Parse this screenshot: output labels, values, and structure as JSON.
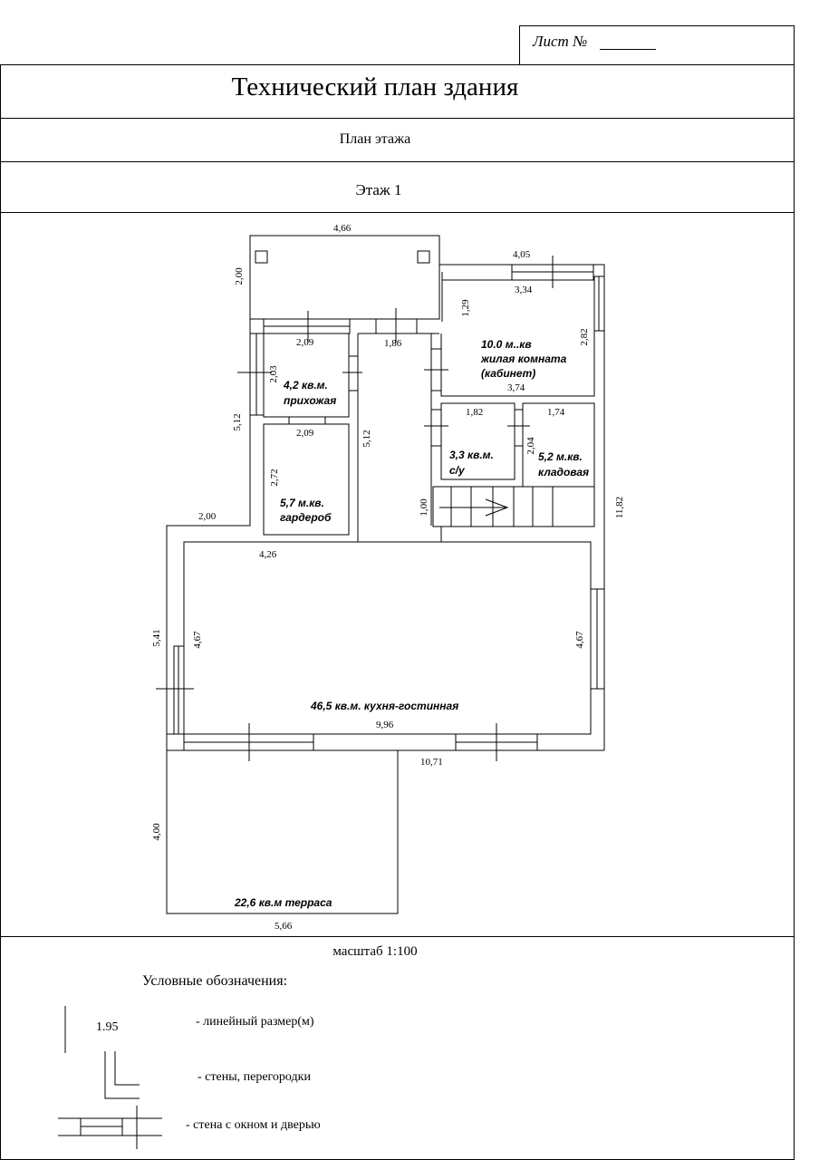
{
  "sheet": {
    "label": "Лист №"
  },
  "title": "Технический план здания",
  "subtitle": "План этажа",
  "floor": "Этаж 1",
  "scale": "масштаб 1:100",
  "legend": {
    "heading": "Условные обозначения:",
    "sample_dimension": "1.95",
    "items": [
      "- линейный размер(м)",
      "- стены, перегородки",
      "- стена с окном и дверью"
    ]
  },
  "rooms": {
    "cabinet_area": "10.0 м..кв",
    "cabinet_line1": "жилая комната",
    "cabinet_line2": "(кабинет)",
    "hall_area": "4,2 кв.м.",
    "hall_name": "прихожая",
    "wardrobe_area": "5,7 м.кв.",
    "wardrobe_name": "гардероб",
    "bath_area": "3,3 кв.м.",
    "bath_name": "с/у",
    "pantry_area": "5,2 м.кв.",
    "pantry_name": "кладовая",
    "kitchen": "46,5 кв.м. кухня-гостинная",
    "terrace": "22,6 кв.м терраса"
  },
  "dimensions": {
    "porch_top": "4,66",
    "porch_left": "2,00",
    "cab_outer_top": "4,05",
    "cab_inner_top": "3,34",
    "cab_left": "1,29",
    "cab_right": "2,82",
    "cab_bottom": "3,74",
    "hall_top": "2,09",
    "hall_side": "2,03",
    "hall_bottom": "2,09",
    "corridor": "1,86",
    "left_wing": "5,12",
    "corridor_side": "5,12",
    "wardrobe_side": "2,72",
    "bath_top": "1,82",
    "pantry_top": "1,74",
    "pantry_side": "2,04",
    "stairs_side": "1,00",
    "right_total": "11,82",
    "step_width": "2,00",
    "kitchen_top": "4,26",
    "kitchen_left_outer": "5,41",
    "kitchen_left_inner": "4,67",
    "kitchen_right": "4,67",
    "kitchen_bottom_inner": "9,96",
    "kitchen_bottom_outer": "10,71",
    "terrace_side": "4,00",
    "terrace_bottom": "5,66"
  }
}
